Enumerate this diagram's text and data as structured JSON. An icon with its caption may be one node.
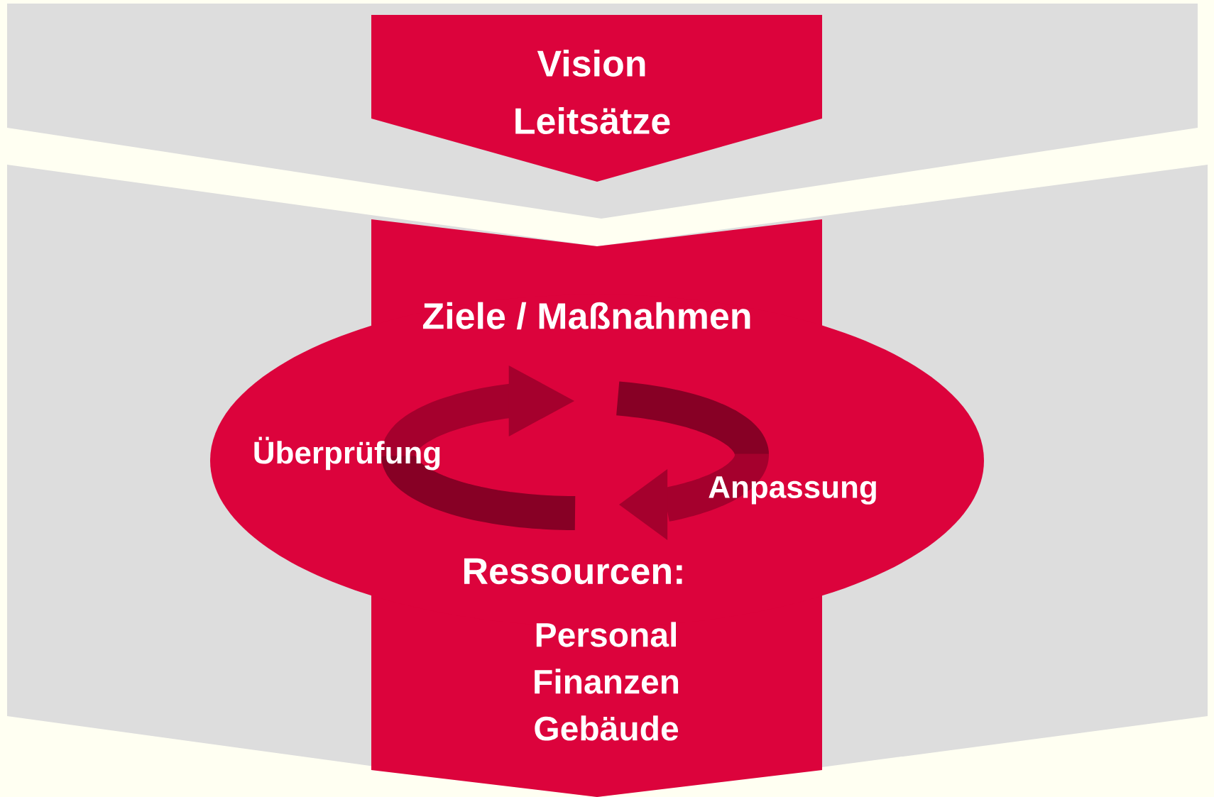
{
  "diagram": {
    "nodes": [
      {
        "text": [
          "Vision",
          "Leitsätze"
        ]
      },
      {
        "text": [
          "Ziele / Maßnahmen",
          "Überprüfung",
          "Anpassung",
          "Ressourcen:",
          "Personal Finanzen Gebäude"
        ]
      }
    ]
  }
}
